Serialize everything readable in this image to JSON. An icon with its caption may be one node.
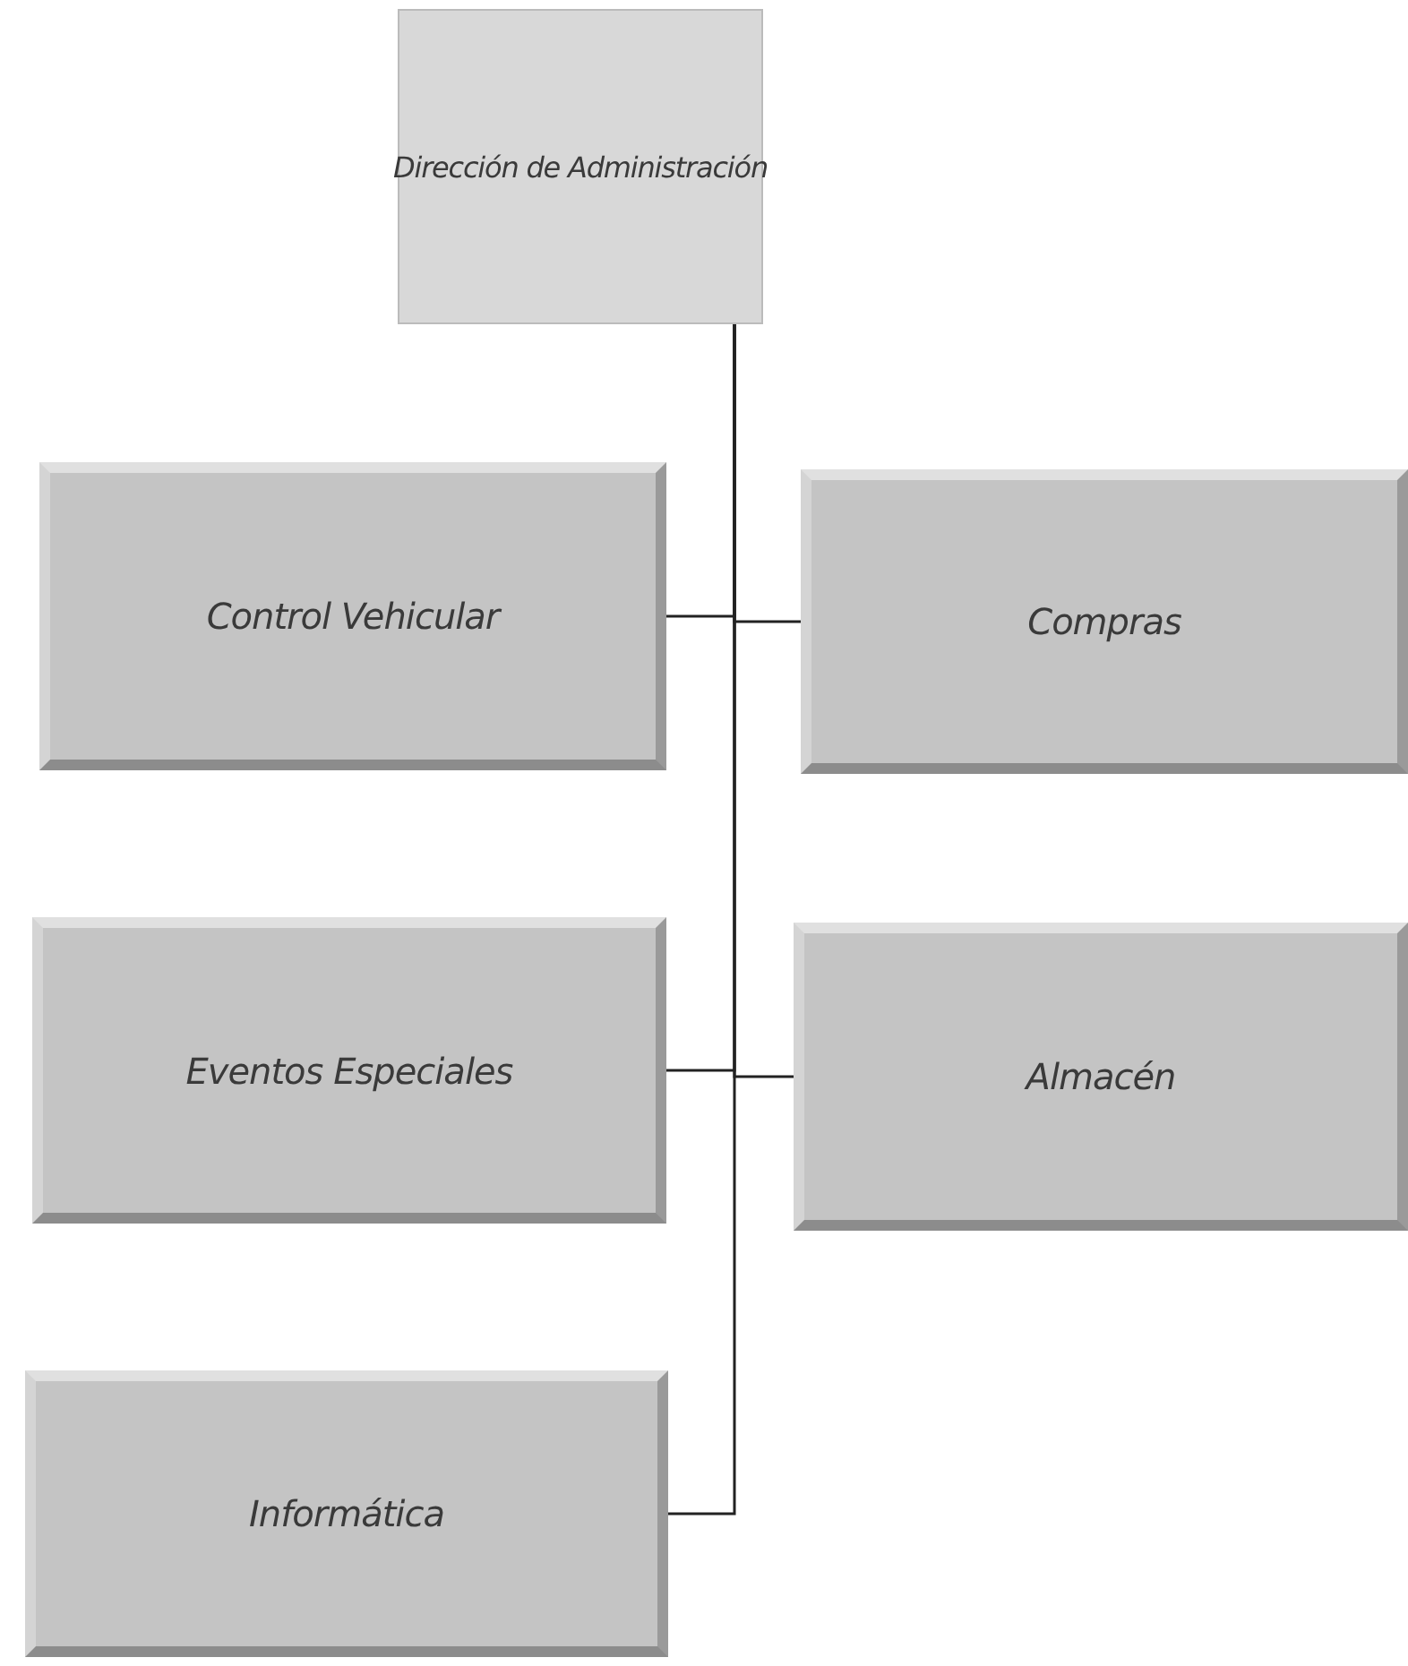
{
  "diagram": {
    "nodes": [
      {
        "text": [
          "Dirección de Administración"
        ]
      },
      {
        "text": [
          "Control Vehicular"
        ]
      },
      {
        "text": [
          "Compras"
        ]
      },
      {
        "text": [
          "Eventos Especiales"
        ]
      },
      {
        "text": [
          "Almacén"
        ]
      },
      {
        "text": [
          "Informática"
        ]
      }
    ],
    "edges": [
      {
        "from": 0,
        "to": 1,
        "arrow": "none"
      },
      {
        "from": 0,
        "to": 2,
        "arrow": "none"
      },
      {
        "from": 0,
        "to": 3,
        "arrow": "none"
      },
      {
        "from": 0,
        "to": 4,
        "arrow": "none"
      },
      {
        "from": 0,
        "to": 5,
        "arrow": "none"
      }
    ]
  }
}
